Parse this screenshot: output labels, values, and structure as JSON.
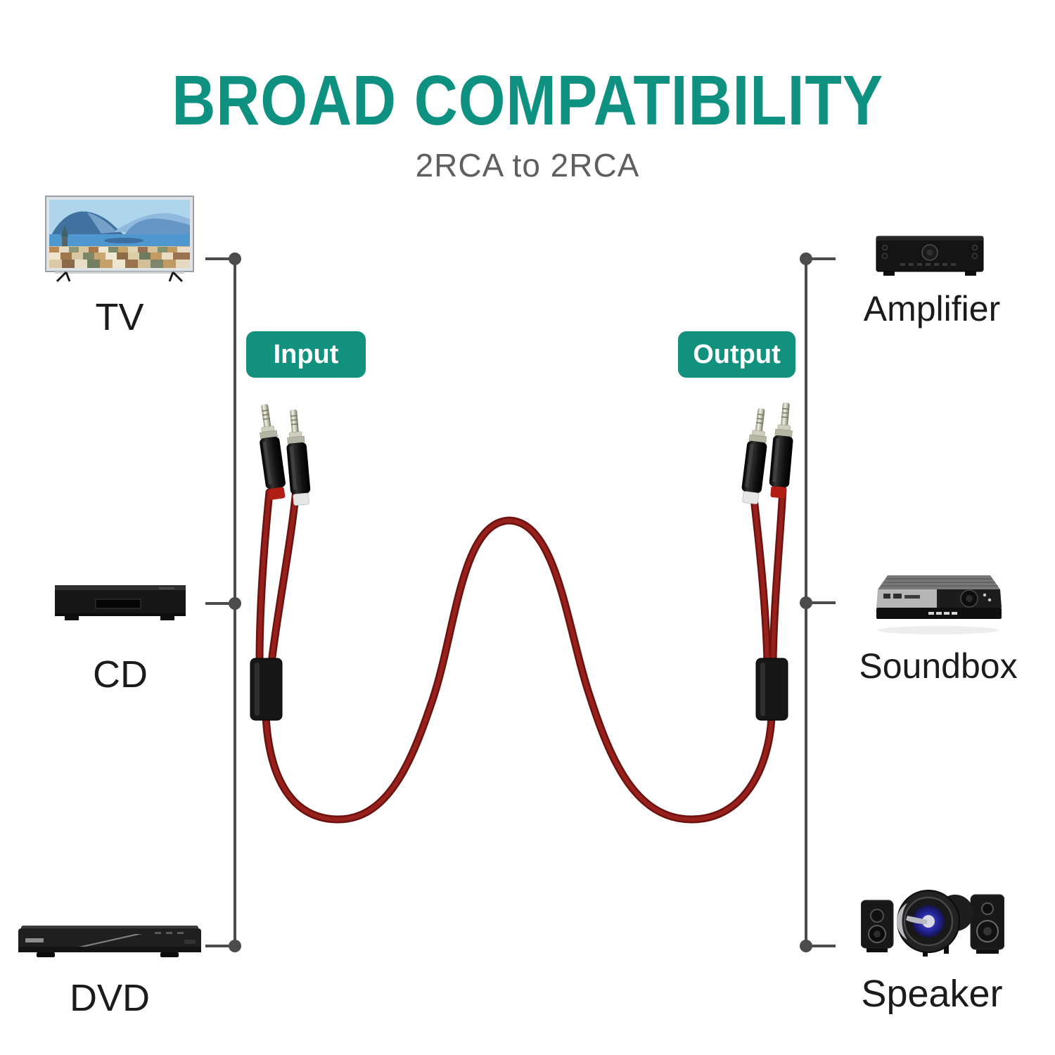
{
  "title": "BROAD COMPATIBILITY",
  "subtitle": "2RCA to 2RCA",
  "badges": {
    "input": "Input",
    "output": "Output"
  },
  "left_devices": [
    {
      "label": "TV"
    },
    {
      "label": "CD"
    },
    {
      "label": "DVD"
    }
  ],
  "right_devices": [
    {
      "label": "Amplifier"
    },
    {
      "label": "Soundbox"
    },
    {
      "label": "Speaker"
    }
  ],
  "colors": {
    "accent_teal": "#10917F",
    "subtitle_gray": "#5F5F5F",
    "label_black": "#1B1B1B",
    "line_gray": "#4C4C4C",
    "cable_red": "#8C1A16",
    "background": "#FFFFFF"
  }
}
